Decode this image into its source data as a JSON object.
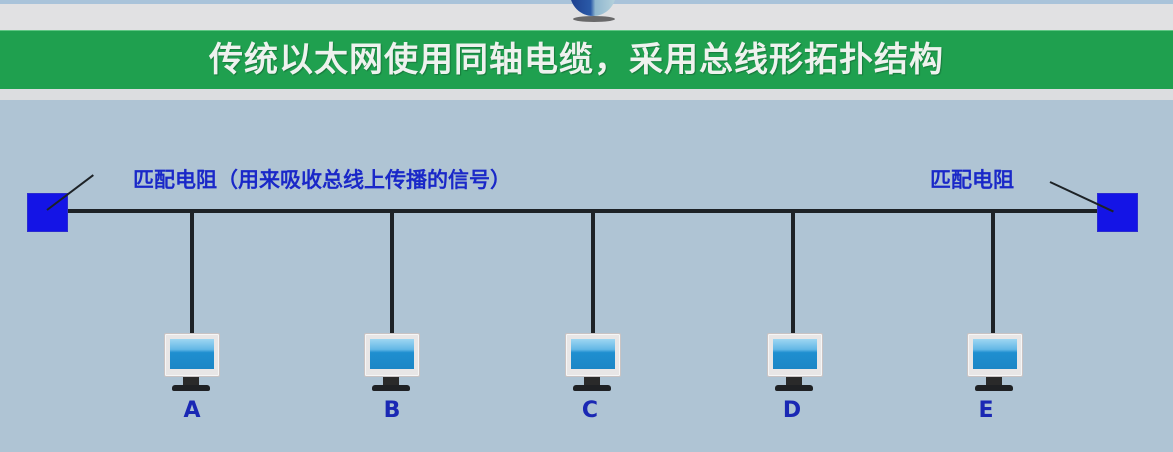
{
  "slide": {
    "title": "传统以太网使用同轴电缆，采用总线形拓扑结构",
    "colors": {
      "title_band": "#1fa04f",
      "title_text": "#eef2ee",
      "background": "#afc4d4",
      "terminator": "#1414e6",
      "label_text": "#1a28c8",
      "bus_line": "#1d2226"
    }
  },
  "diagram": {
    "type": "bus-topology",
    "terminators": [
      {
        "id": "left",
        "label": "匹配电阻（用来吸收总线上传播的信号）"
      },
      {
        "id": "right",
        "label": "匹配电阻"
      }
    ],
    "nodes": [
      {
        "id": "A",
        "label": "A",
        "icon": "computer-monitor-icon"
      },
      {
        "id": "B",
        "label": "B",
        "icon": "computer-monitor-icon"
      },
      {
        "id": "C",
        "label": "C",
        "icon": "computer-monitor-icon"
      },
      {
        "id": "D",
        "label": "D",
        "icon": "computer-monitor-icon"
      },
      {
        "id": "E",
        "label": "E",
        "icon": "computer-monitor-icon"
      }
    ]
  }
}
